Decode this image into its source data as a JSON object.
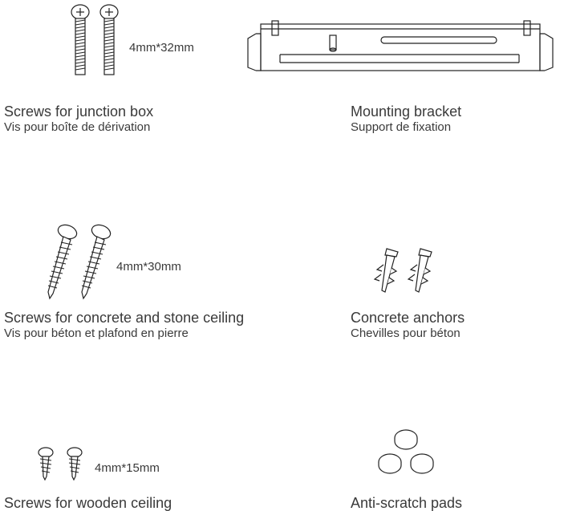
{
  "items": [
    {
      "title": "Screws for junction box",
      "subtitle": "Vis pour boîte de dérivation",
      "size": "4mm*32mm",
      "icon": "machine-screw-icon"
    },
    {
      "title": "Mounting bracket",
      "subtitle": "Support de fixation",
      "icon": "mounting-bracket-icon"
    },
    {
      "title": "Screws for concrete and stone ceiling",
      "subtitle": "Vis pour béton et plafond en pierre",
      "size": "4mm*30mm",
      "icon": "wood-screw-long-icon"
    },
    {
      "title": "Concrete anchors",
      "subtitle": "Chevilles pour béton",
      "icon": "wall-anchor-icon"
    },
    {
      "title": "Screws for wooden ceiling",
      "size": "4mm*15mm",
      "icon": "wood-screw-short-icon"
    },
    {
      "title": "Anti-scratch pads",
      "icon": "felt-pad-icon"
    }
  ]
}
